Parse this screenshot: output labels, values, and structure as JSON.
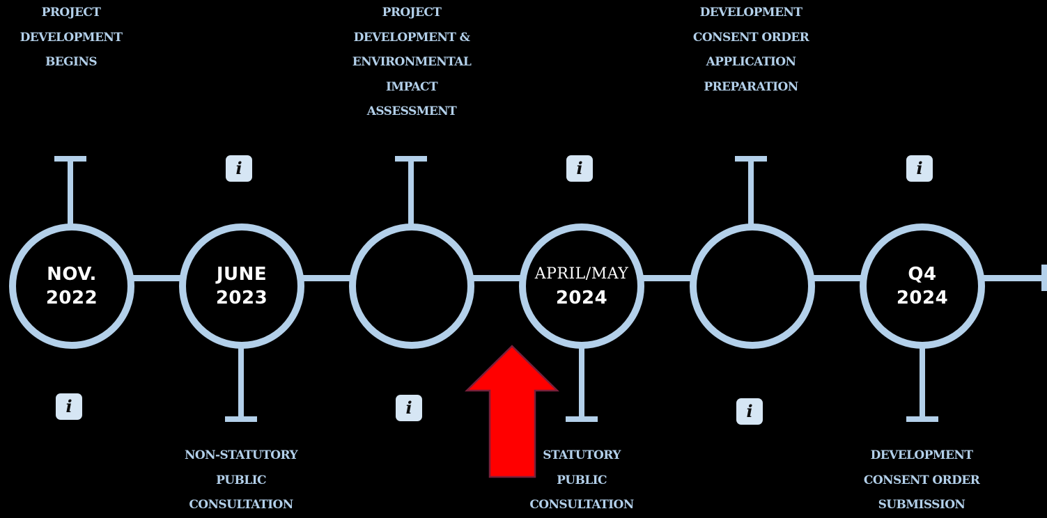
{
  "colors": {
    "background": "#000000",
    "line": "#b3d0ea",
    "info_badge": "#d6e6f4",
    "arrow": "#ff0000"
  },
  "milestones": [
    {
      "date_line1": "NOV.",
      "date_line2": "2022",
      "label_position": "top",
      "label_lines": [
        "PROJECT",
        "DEVELOPMENT",
        "BEGINS"
      ],
      "info_position": "bottom",
      "info_glyph": "i",
      "icon": "info-icon"
    },
    {
      "date_line1": "JUNE",
      "date_line2": "2023",
      "label_position": "bottom",
      "label_lines": [
        "NON-STATUTORY",
        "PUBLIC",
        "CONSULTATION"
      ],
      "info_position": "top",
      "info_glyph": "i",
      "icon": "info-icon"
    },
    {
      "date_line1": "",
      "date_line2": "",
      "label_position": "top",
      "label_lines": [
        "PROJECT",
        "DEVELOPMENT &",
        "ENVIRONMENTAL",
        "IMPACT",
        "ASSESSMENT"
      ],
      "info_position": "bottom",
      "info_glyph": "i",
      "icon": "info-icon"
    },
    {
      "date_line1": "APRIL/MAY",
      "date_line2": "2024",
      "label_position": "bottom",
      "label_lines": [
        "STATUTORY",
        "PUBLIC",
        "CONSULTATION"
      ],
      "info_position": "top",
      "info_glyph": "i",
      "icon": "info-icon"
    },
    {
      "date_line1": "",
      "date_line2": "",
      "label_position": "top",
      "label_lines": [
        "DEVELOPMENT",
        "CONSENT ORDER",
        "APPLICATION",
        "PREPARATION"
      ],
      "info_position": "bottom",
      "info_glyph": "i",
      "icon": "info-icon"
    },
    {
      "date_line1": "Q4",
      "date_line2": "2024",
      "label_position": "bottom",
      "label_lines": [
        "DEVELOPMENT",
        "CONSENT ORDER",
        "SUBMISSION"
      ],
      "info_position": "top",
      "info_glyph": "i",
      "icon": "info-icon"
    }
  ],
  "current_marker": {
    "icon": "arrow-up-icon",
    "points_to_milestone": "APRIL/MAY 2024"
  }
}
